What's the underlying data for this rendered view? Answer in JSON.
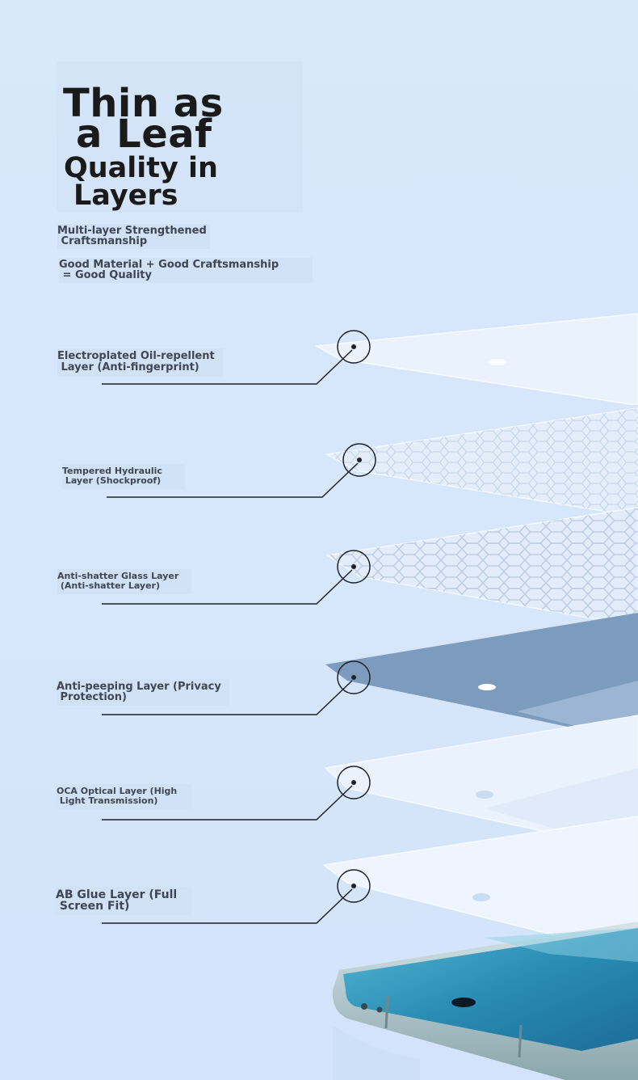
{
  "headline": {
    "line1": "Thin as",
    "line2": "a Leaf",
    "line3": "Quality in",
    "line4": "Layers"
  },
  "subtitle1": "Multi-layer Strengthened\n Craftsmanship",
  "subtitle2": "Good Material + Good Craftsmanship\n = Good Quality",
  "layers": [
    {
      "label": "Electroplated Oil-repellent\n Layer (Anti-fingerprint)"
    },
    {
      "label": "Tempered Hydraulic\n Layer (Shockproof)"
    },
    {
      "label": "Anti-shatter Glass Layer\n (Anti-shatter Layer)"
    },
    {
      "label": "Anti-peeping Layer (Privacy\n Protection)"
    },
    {
      "label": "OCA Optical Layer (High\n Light Transmission)"
    },
    {
      "label": "AB Glue Layer (Full\n Screen Fit)"
    }
  ],
  "colors": {
    "background": "#d8e7fb",
    "headline": "#1a1a1a",
    "label_text": "#3f4754",
    "privacy_layer": "#7d9bbd",
    "phone_screen": "#2a8db4"
  },
  "icons": [
    "callout-target-icon",
    "phone-illustration"
  ]
}
